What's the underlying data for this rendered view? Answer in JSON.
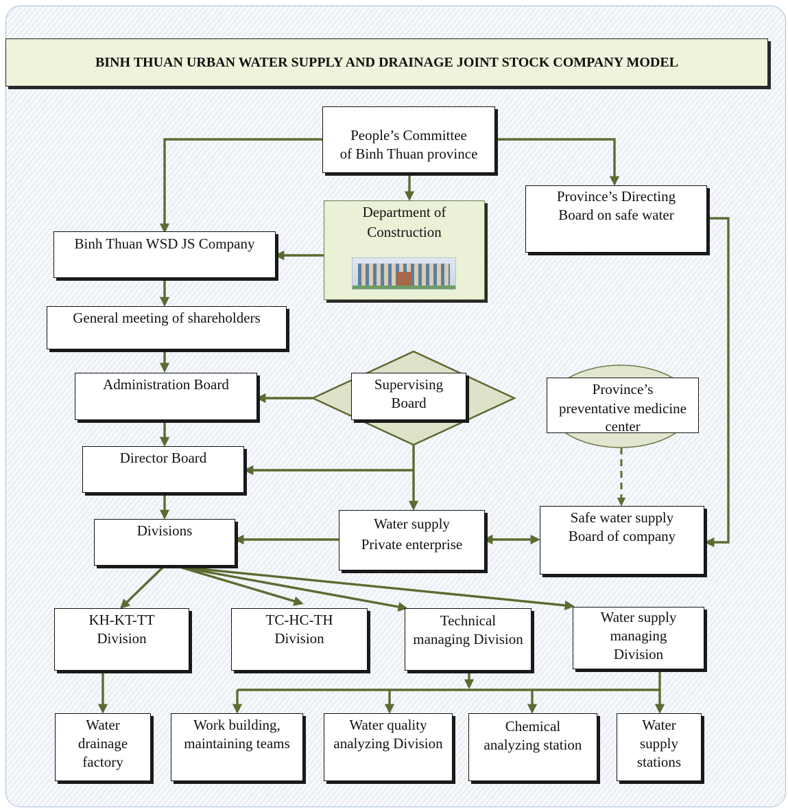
{
  "title": "BINH THUAN URBAN WATER SUPPLY AND DRAINAGE JOINT STOCK COMPANY MODEL",
  "nodes": {
    "peoples_committee": [
      "People’s Committee",
      "of Binh Thuan province"
    ],
    "department_construction": [
      "Department of",
      "Construction"
    ],
    "directing_board": [
      "Province’s Directing",
      "Board on safe water"
    ],
    "company": [
      "Binh Thuan WSD JS Company"
    ],
    "general_meeting": [
      "General meeting of shareholders"
    ],
    "administration_board": [
      "Administration Board"
    ],
    "supervising_board": [
      "Supervising",
      "Board"
    ],
    "preventative_medicine": [
      "Province’s",
      "preventative medicine",
      "center"
    ],
    "director_board": [
      "Director Board"
    ],
    "divisions": [
      "Divisions"
    ],
    "private_enterprise": [
      "Water supply",
      "Private enterprise"
    ],
    "safe_water_board": [
      "Safe water supply",
      "Board of company"
    ],
    "kh_kt_tt": [
      "KH-KT-TT",
      "Division"
    ],
    "tc_hc_th": [
      "TC-HC-TH",
      "Division"
    ],
    "technical_managing": [
      "Technical",
      "managing Division"
    ],
    "water_supply_managing": [
      "Water supply",
      "managing",
      "Division"
    ],
    "water_drainage_factory": [
      "Water",
      "drainage",
      "factory"
    ],
    "work_building": [
      "Work building,",
      "maintaining teams"
    ],
    "water_quality": [
      "Water quality",
      "analyzing Division"
    ],
    "chemical_station": [
      "Chemical",
      "analyzing station"
    ],
    "water_supply_stations": [
      "Water",
      "supply",
      "stations"
    ]
  },
  "colors": {
    "connector": "#5c6b32",
    "banner": "#eef4dc",
    "diamond": "#dfe1c9",
    "ellipse": "#e3e6cf"
  }
}
